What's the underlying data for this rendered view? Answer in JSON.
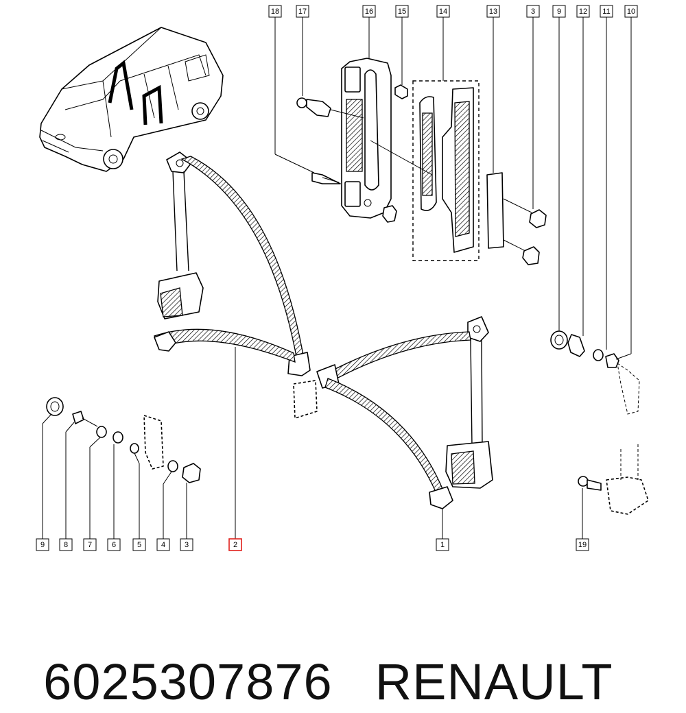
{
  "callouts_top": [
    "18",
    "17",
    "16",
    "15",
    "14",
    "13",
    "3",
    "9",
    "12",
    "11",
    "10"
  ],
  "callouts_bottom": [
    "9",
    "8",
    "7",
    "6",
    "5",
    "4",
    "3",
    "2",
    "1",
    "19"
  ],
  "highlighted_callout": "2",
  "caption": {
    "part_number": "6025307876",
    "brand": "RENAULT"
  },
  "colors": {
    "highlight": "#e0201c",
    "ink": "#000000",
    "background": "#ffffff"
  }
}
